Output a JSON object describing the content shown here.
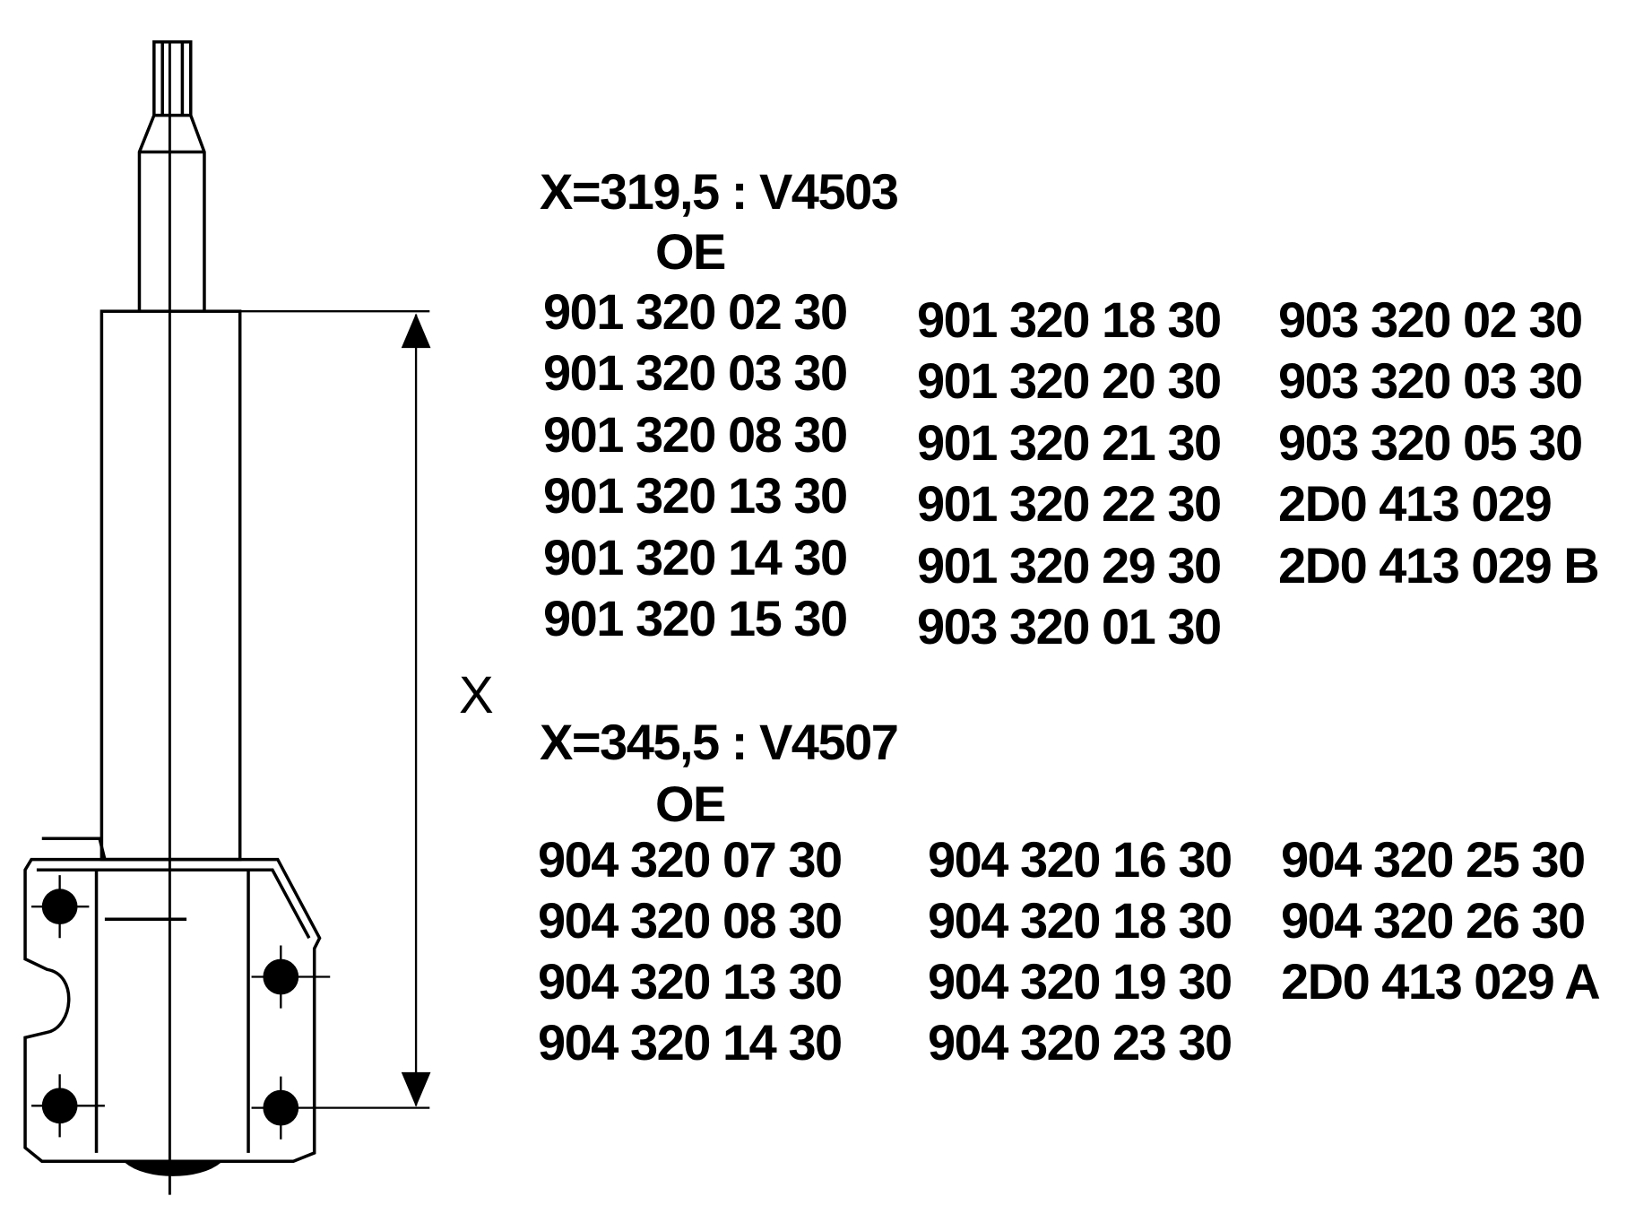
{
  "dimension_label": "X",
  "groups": [
    {
      "header": "X=319,5 : V4503",
      "oe_label": "OE",
      "columns": [
        [
          "901 320 02 30",
          "901 320 03 30",
          "901 320 08 30",
          "901 320 13 30",
          "901 320 14 30",
          "901 320 15 30"
        ],
        [
          "901 320 18 30",
          "901 320 20 30",
          "901 320 21 30",
          "901 320 22 30",
          "901 320 29 30",
          "903 320 01 30"
        ],
        [
          "903 320 02 30",
          "903 320 03 30",
          "903 320 05 30",
          "2D0 413 029",
          "2D0 413 029 B"
        ]
      ]
    },
    {
      "header": "X=345,5 : V4507",
      "oe_label": "OE",
      "columns": [
        [
          "904 320 07 30",
          "904 320 08 30",
          "904 320 13 30",
          "904 320 14 30"
        ],
        [
          "904 320 16 30",
          "904 320 18 30",
          "904 320 19 30",
          "904 320 23 30"
        ],
        [
          "904 320 25 30",
          "904 320 26 30",
          "2D0 413 029 A"
        ]
      ]
    }
  ]
}
